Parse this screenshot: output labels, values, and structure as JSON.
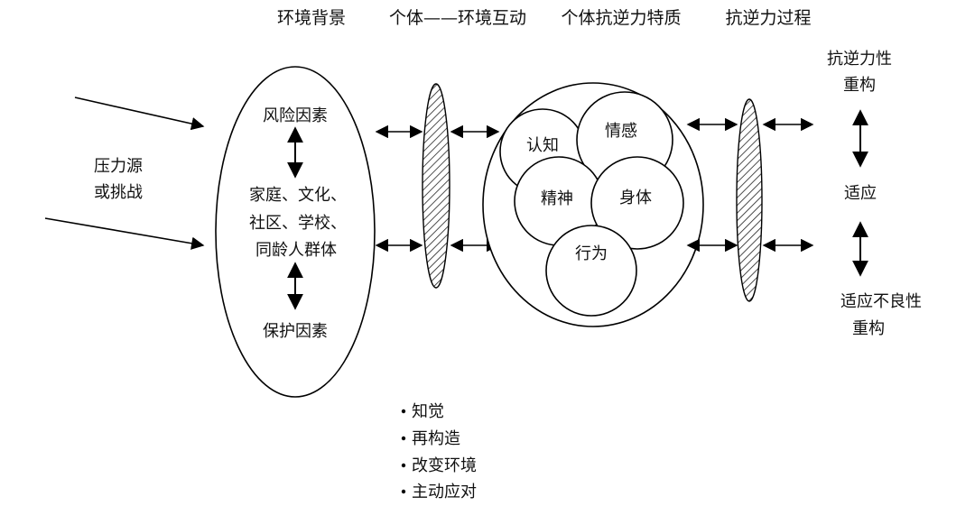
{
  "headers": {
    "env": "环境背景",
    "interact": "个体——环境互动",
    "traits": "个体抗逆力特质",
    "process": "抗逆力过程"
  },
  "stressor": {
    "line1": "压力源",
    "line2": "或挑战"
  },
  "environment": {
    "risk": "风险因素",
    "context1": "家庭、文化、",
    "context2": "社区、学校、",
    "context3": "同龄人群体",
    "protect": "保护因素"
  },
  "traits": {
    "cognition": "认知",
    "emotion": "情感",
    "spirit": "精神",
    "body": "身体",
    "behavior": "行为"
  },
  "outcomes": {
    "resilient1": "抗逆力性",
    "resilient2": "重构",
    "adapt": "适应",
    "maladapt1": "适应不良性",
    "maladapt2": "重构"
  },
  "bullets": [
    "知觉",
    "再构造",
    "改变环境",
    "主动应对"
  ]
}
